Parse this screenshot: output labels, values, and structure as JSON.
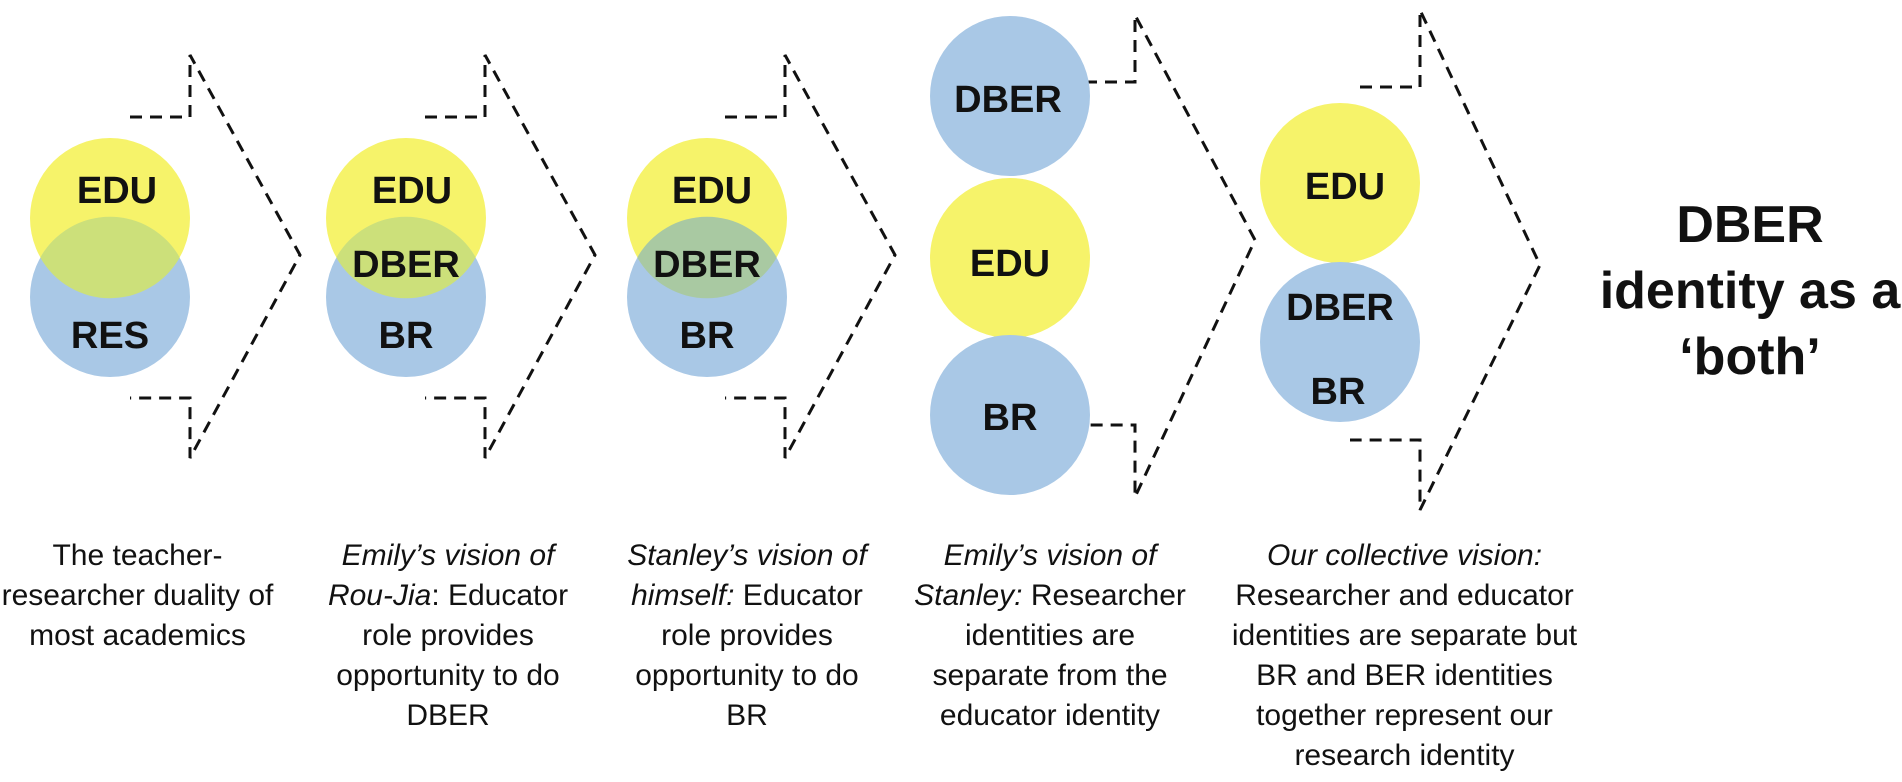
{
  "colors": {
    "edu_fill": "#f6f36a",
    "research_fill": "#a9c8e6",
    "overlap_fill": "#cce07a",
    "arrow_stroke": "#111111"
  },
  "panels": [
    {
      "circles": {
        "top": "EDU",
        "overlap": "",
        "bottom": "RES"
      },
      "caption": {
        "lead": "",
        "text": "The teacher-researcher duality of most academics"
      }
    },
    {
      "circles": {
        "top": "EDU",
        "overlap": "DBER",
        "bottom": "BR"
      },
      "caption": {
        "lead": "Emily’s vision of Rou-Jia",
        "text": ": Educator role provides opportunity to do DBER"
      }
    },
    {
      "circles": {
        "top": "EDU",
        "overlap": "DBER",
        "bottom": "BR"
      },
      "caption": {
        "lead": "Stanley’s vision of himself:",
        "text": " Educator role provides opportunity to do BR"
      }
    },
    {
      "circles": {
        "top": "DBER",
        "middle": "EDU",
        "bottom": "BR"
      },
      "caption": {
        "lead": "Emily’s vision of Stanley:",
        "text": " Researcher identities are separate from the educator identity"
      }
    },
    {
      "circles": {
        "top": "EDU",
        "bottom_upper": "DBER",
        "bottom_lower": "BR"
      },
      "caption": {
        "lead": "Our collective vision:",
        "text": " Researcher and educator identities are separate but BR and BER identities together represent our research identity"
      }
    }
  ],
  "final_statement": {
    "line1": "DBER",
    "line2": "identity as a",
    "line3": "‘both’"
  }
}
